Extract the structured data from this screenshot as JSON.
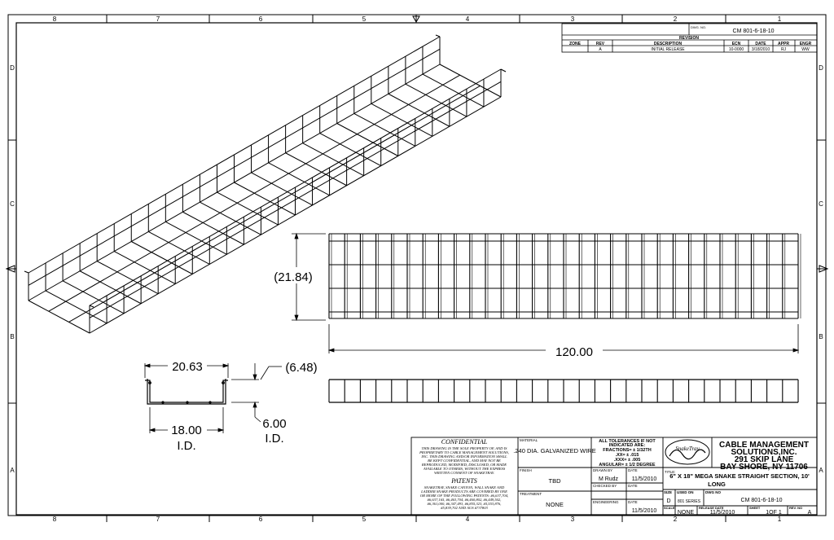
{
  "zones": {
    "columns": [
      "8",
      "7",
      "6",
      "5",
      "4",
      "3",
      "2",
      "1"
    ],
    "rows": [
      "D",
      "C",
      "B",
      "A"
    ]
  },
  "revision": {
    "dwg_no_label": "DWG. NO.",
    "dwg_no": "CM 801-6-18-10",
    "title": "REVISION",
    "headers": [
      "ZONE",
      "REV",
      "DESCRIPTION",
      "ECN",
      "DATE",
      "APPR",
      "ENGR"
    ],
    "row": [
      "",
      "A",
      "INITIAL RELEASE",
      "10-0000",
      "3/18/2010",
      "RJ",
      "WW"
    ]
  },
  "dimensions": {
    "height": "(21.84)",
    "length": "120.00",
    "outer_width": "20.63",
    "flange": "(6.48)",
    "inner_width": "18.00",
    "inner_width_unit": "I.D.",
    "inner_height": "6.00",
    "inner_height_unit": "I.D."
  },
  "confidential": {
    "title": "CONFIDENTIAL",
    "lines": [
      "THIS DRAWING IS THE SOLE PROPERTY OF, AND IS",
      "PROPRIETARY TO CABLE MANAGEMENT SOLUTIONS,",
      "INC. THIS DRAWING AND/OR INFORMATION SHALL",
      "BE KEPT CONFIDENTIAL, AND MAY NOT BE",
      "REPRODUCED, MODIFIED, DISCLOSED, OR MADE",
      "AVAILABLE TO OTHERS, WITHOUT THE EXPRESS",
      "WRITTEN CONSENT OF SNAKETRAY."
    ],
    "patents_title": "PATENTS",
    "patents_lines": [
      "SNAKETRAY, SNAKE CANYON, WALL SNAKE AND",
      "LADDER SNAKE PRODUCTS ARE COVERED BY ONE",
      "OR MORE OF THE FOLLOWING PATENTS: #6,637,704,",
      "#6,637,165, #6,463,704, #6,460,802, #6,449,502,",
      "#6,361,000, #6,347,493, #6,855,323, #5,553,876,",
      "#5,839,702 AND AUS #737803"
    ]
  },
  "title_block": {
    "material_label": "MATERIAL",
    "material": ".240 DIA. GALVANIZED WIRE",
    "finish_label": "FINISH",
    "finish": "TBD",
    "treatment_label": "TREATMENT",
    "treatment": "NONE",
    "tolerances": [
      "ALL TOLERANCES IF NOT",
      "INDICATED ARE:",
      "FRACTIONS= ± 1/32TH",
      ".XX= ± .015",
      ".XXX= ± .005",
      "ANGULAR= ± 1/2 DEGREE"
    ],
    "drawn_by_label": "DRAWN BY",
    "drawn_by": "M Rudz",
    "date_label": "DATE",
    "drawn_date": "11/5/2010",
    "checked_by_label": "CHECKED BY",
    "checked_date_label": "DATE",
    "engineering_label": "ENGINEERING",
    "eng_date_label": "DATE",
    "eng_date": "11/5/2010",
    "company_lines": [
      "CABLE MANAGEMENT",
      "SOLUTIONS,INC.",
      "291 SKIP LANE",
      "BAY SHORE, NY 11706"
    ],
    "logo_text": "SnakeTray",
    "title_label": "TITLE:",
    "title_line1": "6\" X 18\" MEGA SNAKE STRAIGHT SECTION, 10'",
    "title_line2": "LONG",
    "size_label": "SIZE",
    "size": "D",
    "used_on_label": "USED ON",
    "used_on": "801 SERIES",
    "dwg_no_label": "DWG NO",
    "dwg_no": "CM 801-6-18-10",
    "scale_label": "SCALE",
    "scale": "NONE",
    "release_label": "RELEASE DATE",
    "release": "11/5/2010",
    "sheet_label": "SHEET",
    "sheet": "1OF 1",
    "rev_label": "REV. NO",
    "rev": "A"
  }
}
